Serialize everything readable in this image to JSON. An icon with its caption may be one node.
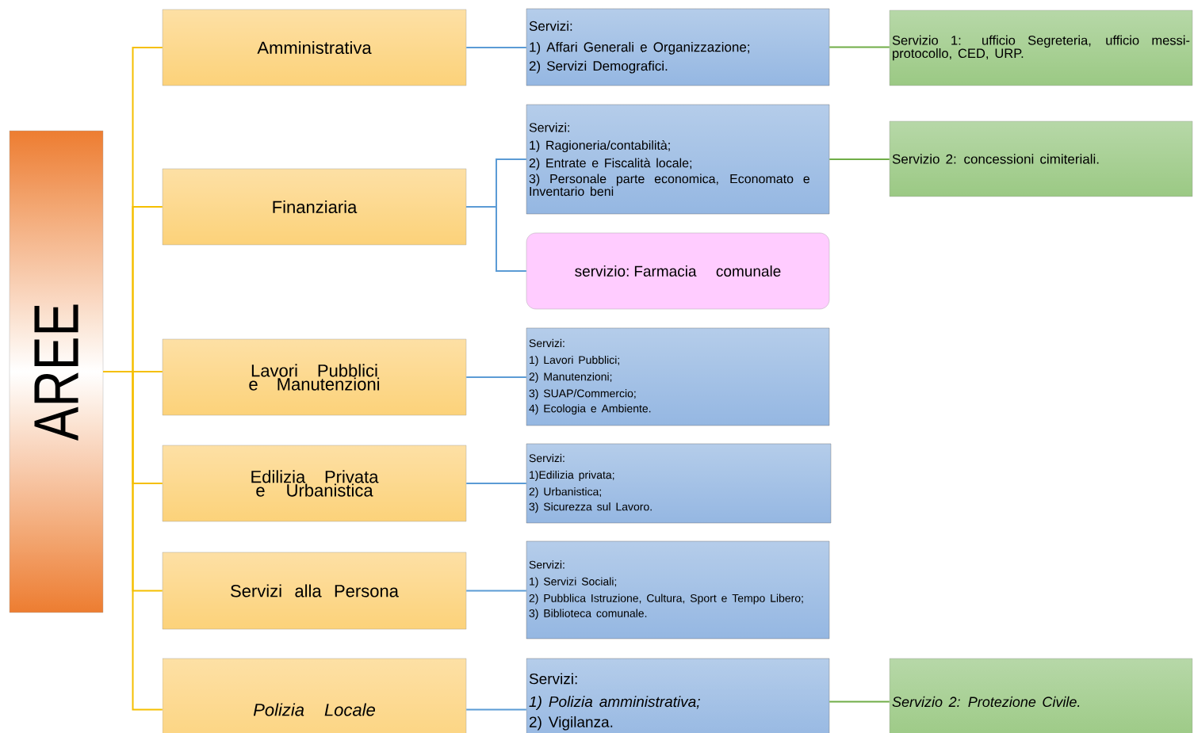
{
  "diagram": {
    "nodes": [
      {
        "text": [
          "AREE"
        ]
      },
      {
        "text": [
          "Amministrativa"
        ]
      },
      {
        "text": [
          "Finanziaria"
        ]
      },
      {
        "text": [
          "Lavori Pubblici e Manutenzioni"
        ]
      },
      {
        "text": [
          "Edilizia Privata e Urbanistica"
        ]
      },
      {
        "text": [
          "Servizi alla Persona"
        ]
      },
      {
        "text": [
          "Polizia Locale"
        ]
      },
      {
        "text": [
          "Servizi:",
          "1) Affari Generali e Organizzazione;",
          "2) Servizi Demografici."
        ]
      },
      {
        "text": [
          "Servizio 1: ufficio Segreteria, ufficio messi-protocollo, CED, URP."
        ]
      },
      {
        "text": [
          "Servizi:",
          "1) Ragioneria/contabilità;",
          "2) Entrate e Fiscalità locale;",
          "3) Personale parte economica, Economato e Inventario beni"
        ]
      },
      {
        "text": [
          "Servizio 2: concessioni cimiteriali."
        ]
      },
      {
        "text": [
          "servizio: Farmacia comunale"
        ]
      },
      {
        "text": [
          "Servizi:",
          "1) Lavori Pubblici;",
          "2) Manutenzioni;",
          "3) SUAP/Commercio;",
          "4) Ecologia e Ambiente."
        ]
      },
      {
        "text": [
          "Servizi:",
          "1)Edilizia privata;",
          "2) Urbanistica;",
          "3) Sicurezza sul Lavoro."
        ]
      },
      {
        "text": [
          "Servizi:",
          "1) Servizi Sociali;",
          "2) Pubblica Istruzione, Cultura, Sport e Tempo Libero;",
          "3) Biblioteca comunale."
        ]
      },
      {
        "text": [
          "Servizi:",
          "1) Polizia amministrativa;",
          "2) Vigilanza."
        ]
      },
      {
        "text": [
          "Servizio 2: Protezione Civile."
        ]
      }
    ],
    "edges": [
      {
        "from": 0,
        "to": 1,
        "arrow": "none",
        "color": "#f5bf00"
      },
      {
        "from": 0,
        "to": 2,
        "arrow": "none",
        "color": "#f5bf00"
      },
      {
        "from": 0,
        "to": 3,
        "arrow": "none",
        "color": "#f5bf00"
      },
      {
        "from": 0,
        "to": 4,
        "arrow": "none",
        "color": "#f5bf00"
      },
      {
        "from": 0,
        "to": 5,
        "arrow": "none",
        "color": "#f5bf00"
      },
      {
        "from": 0,
        "to": 6,
        "arrow": "none",
        "color": "#f5bf00"
      },
      {
        "from": 1,
        "to": 7,
        "arrow": "none"
      },
      {
        "from": 7,
        "to": 8,
        "arrow": "none",
        "color": "#70ad47"
      },
      {
        "from": 2,
        "to": 9,
        "arrow": "none"
      },
      {
        "from": 2,
        "to": 11,
        "arrow": "none"
      },
      {
        "from": 9,
        "to": 10,
        "arrow": "none",
        "color": "#70ad47"
      },
      {
        "from": 3,
        "to": 12,
        "arrow": "none"
      },
      {
        "from": 4,
        "to": 13,
        "arrow": "none"
      },
      {
        "from": 5,
        "to": 14,
        "arrow": "none"
      },
      {
        "from": 6,
        "to": 15,
        "arrow": "none"
      },
      {
        "from": 15,
        "to": 16,
        "arrow": "none",
        "color": "#70ad47"
      }
    ]
  }
}
